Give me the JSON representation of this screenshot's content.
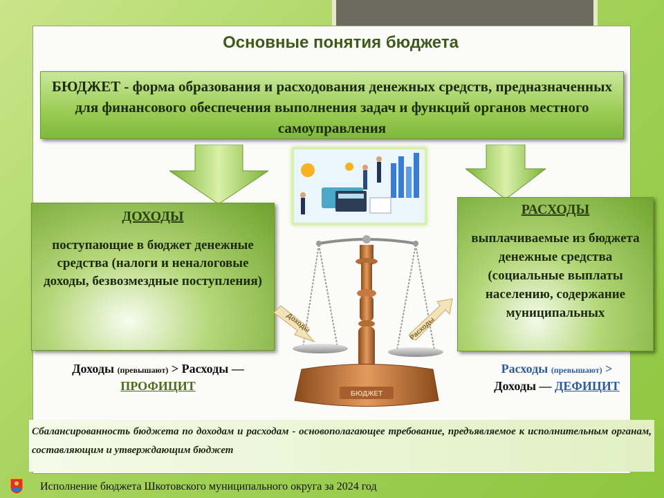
{
  "title": "Основные понятия бюджета",
  "definition": "БЮДЖЕТ - форма образования и расходования денежных средств, предназначенных для финансового обеспечения выполнения задач и функций органов местного самоуправления",
  "income": {
    "heading": "ДОХОДЫ",
    "text": "поступающие в бюджет денежные средства (налоги и неналоговые доходы, безвозмездные поступления)"
  },
  "expense": {
    "heading": "РАСХОДЫ",
    "text": "выплачиваемые из бюджета денежные средства (социальные выплаты населению, содержание муниципальных"
  },
  "scales": {
    "left_label": "Доходы",
    "right_label": "Расходы",
    "base_label": "БЮДЖЕТ"
  },
  "surplus": {
    "part1": "Доходы",
    "part2": "(превышают)",
    "part3": "> Расходы —",
    "result": "ПРОФИЦИТ"
  },
  "deficit": {
    "part1": "Расходы",
    "part2": "(превышают)",
    "part3": ">",
    "part4": "Доходы —",
    "result": "ДЕФИЦИТ"
  },
  "balance_text": "Сбалансированность бюджета по доходам и расходам - основополагающее требование, предъявляемое к исполнительным органам, составляющим и утверждающим бюджет",
  "footer": "Исполнение бюджета Шкотовского муниципального округа за 2024 год",
  "colors": {
    "title": "#3f5a1b",
    "green": "#8dc63f",
    "proficit": "#4d6b1f",
    "deficit": "#2e5c9a"
  }
}
